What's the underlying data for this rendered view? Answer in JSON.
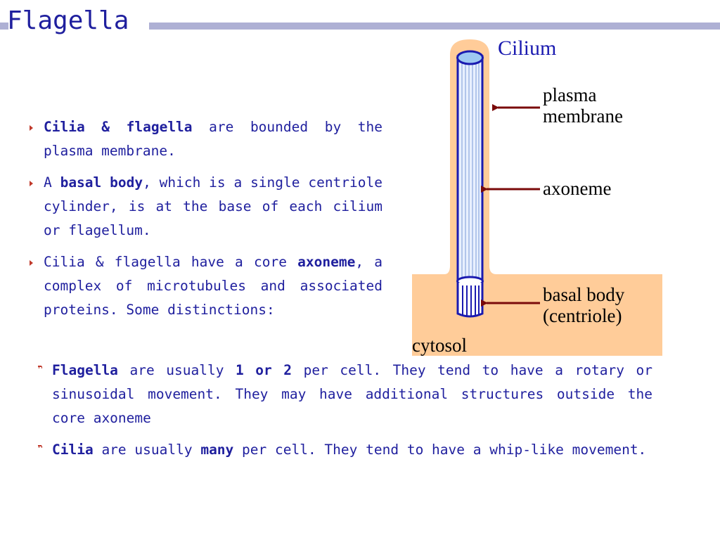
{
  "title": "Flagella",
  "bullets_top": [
    {
      "parts": [
        {
          "text": "Cilia & flagella",
          "bold": true
        },
        {
          "text": " are bounded by the plasma membrane.",
          "bold": false
        }
      ]
    },
    {
      "parts": [
        {
          "text": "A ",
          "bold": false
        },
        {
          "text": "basal body",
          "bold": true
        },
        {
          "text": ", which is a single centriole cylinder, is at the base of each cilium or flagellum.",
          "bold": false
        }
      ]
    },
    {
      "parts": [
        {
          "text": "Cilia & flagella have a core ",
          "bold": false
        },
        {
          "text": "axoneme",
          "bold": true
        },
        {
          "text": ", a complex of microtubules and associated proteins. Some distinctions:",
          "bold": false
        }
      ]
    }
  ],
  "bullets_sub": [
    {
      "parts": [
        {
          "text": "Flagella",
          "bold": true
        },
        {
          "text": " are usually ",
          "bold": false
        },
        {
          "text": "1 or 2",
          "bold": true
        },
        {
          "text": " per cell. They tend to have a rotary or sinusoidal movement. They may have additional structures outside the core axoneme",
          "bold": false
        }
      ]
    },
    {
      "parts": [
        {
          "text": "Cilia",
          "bold": true
        },
        {
          "text": " are usually ",
          "bold": false
        },
        {
          "text": "many",
          "bold": true
        },
        {
          "text": " per cell. They tend to have a whip-like movement.",
          "bold": false
        }
      ]
    }
  ],
  "diagram": {
    "cilium_label": "Cilium",
    "plasma_membrane_label": "plasma\nmembrane",
    "axoneme_label": "axoneme",
    "basal_body_label": "basal body\n(centriole)",
    "cytosol_label": "cytosol",
    "colors": {
      "cytosol": "#ffcc99",
      "membrane": "#ffcc99",
      "axoneme_fill": "#e8f0ff",
      "axoneme_stroke": "#1a1ab0",
      "tube_top": "#9ec8f2",
      "arrow": "#7a0a0a"
    }
  }
}
